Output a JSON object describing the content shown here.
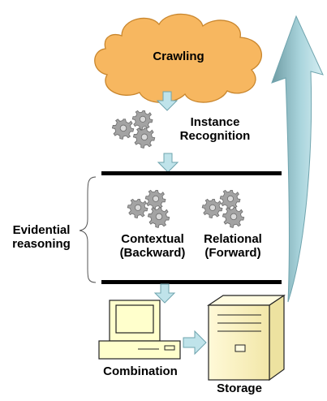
{
  "diagram": {
    "cloud": {
      "label": "Crawling",
      "fill": "#F7B760",
      "stroke": "#C9862D"
    },
    "instance_recognition": {
      "line1": "Instance",
      "line2": "Recognition"
    },
    "evidential_reasoning": {
      "line1": "Evidential",
      "line2": "reasoning"
    },
    "contextual": {
      "line1": "Contextual",
      "line2": "(Backward)"
    },
    "relational": {
      "line1": "Relational",
      "line2": "(Forward)"
    },
    "combination": {
      "label": "Combination"
    },
    "storage": {
      "label": "Storage"
    },
    "colors": {
      "arrow_fill": "#BFE3EA",
      "arrow_stroke": "#6FA4AE",
      "computer_fill": "#FFFFCC",
      "gear_fill": "#A3A3A3",
      "bar": "#000000"
    },
    "icons": [
      "cloud-shape",
      "gear-icon",
      "computer-icon",
      "server-tower-icon",
      "down-arrow-icon",
      "right-arrow-icon",
      "curved-return-arrow-icon",
      "brace"
    ]
  }
}
